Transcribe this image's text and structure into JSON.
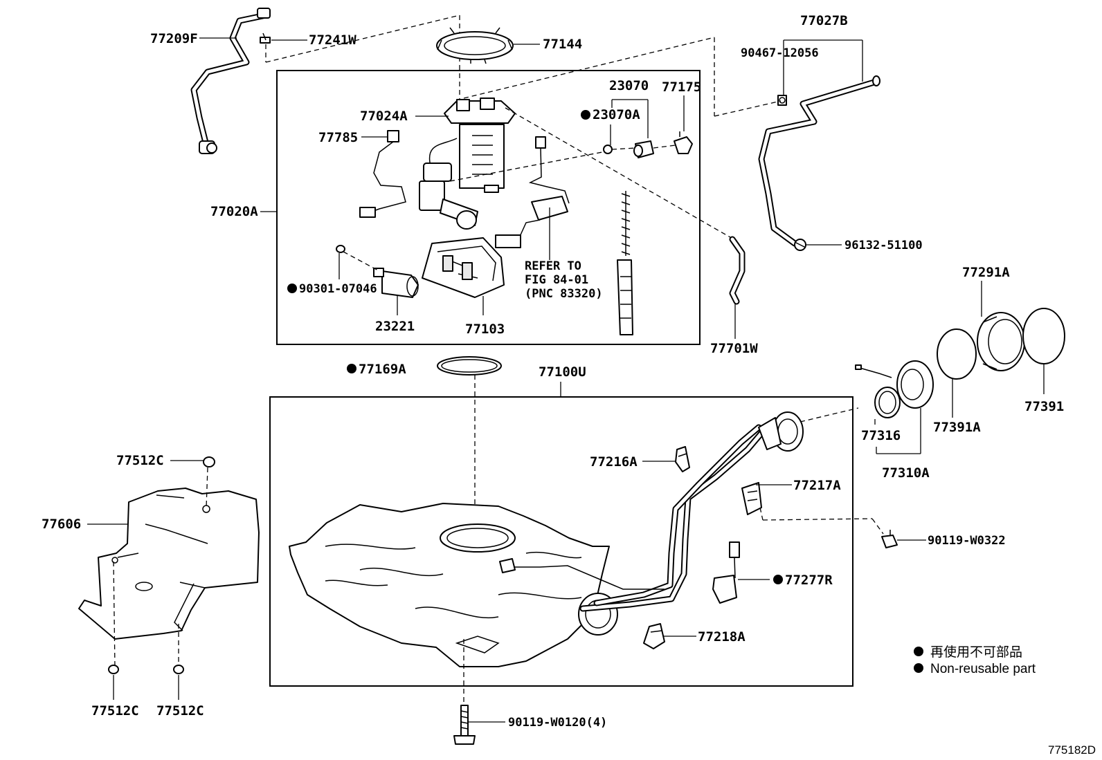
{
  "labels": {
    "l77209F": "77209F",
    "l77241W": "77241W",
    "l77144": "77144",
    "l77027B": "77027B",
    "l90467": "90467-12056",
    "l96132": "96132-51100",
    "l77024A": "77024A",
    "l23070": "23070",
    "l77175": "77175",
    "l23070A": "23070A",
    "l77785": "77785",
    "l77020A": "77020A",
    "l90301": "90301-07046",
    "l23221": "23221",
    "l77103": "77103",
    "l77701W": "77701W",
    "l77291A": "77291A",
    "l77391": "77391",
    "l77391A": "77391A",
    "l77316": "77316",
    "l77310A": "77310A",
    "l77169A": "77169A",
    "l77100U": "77100U",
    "l77512C_top": "77512C",
    "l77606": "77606",
    "l77216A": "77216A",
    "l77217A": "77217A",
    "l90119_W0322": "90119-W0322",
    "l77277R": "77277R",
    "l77218A": "77218A",
    "l77512C_bl": "77512C",
    "l77512C_br": "77512C",
    "l90119_W0120": "90119-W0120(4)"
  },
  "refer_note": {
    "line1": "REFER TO",
    "line2": "FIG 84-01",
    "line3": "(PNC 83320)"
  },
  "legend": {
    "jp": "再使用不可部品",
    "en": "Non-reusable part"
  },
  "figure_code": "775182D"
}
